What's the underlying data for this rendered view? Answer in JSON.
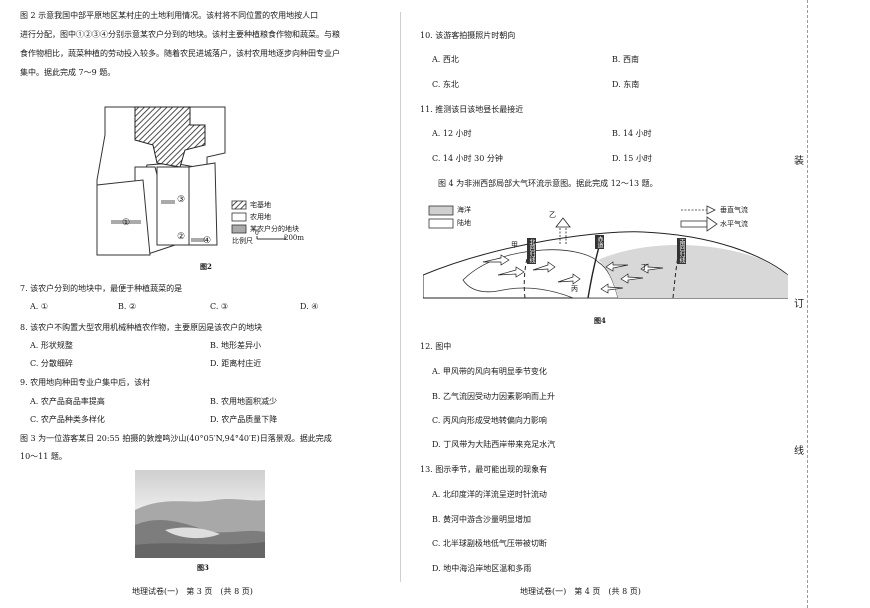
{
  "left": {
    "intro_lines": [
      "图 2 示意我国中部平原地区某村庄的土地利用情况。该村将不同位置的农用地按人口",
      "进行分配，图中①②③④分别示意某农户分到的地块。该村主要种植粮食作物和蔬菜。与粮",
      "食作物相比，蔬菜种植的劳动投入较多。随着农民进城落户，该村农用地逐步向种田专业户",
      "集中。据此完成 7～9 题。"
    ],
    "fig2": {
      "legend": [
        "宅基地",
        "农用地",
        "某农户分的地块"
      ],
      "scale_label": "比例尺",
      "scale_zero": "0",
      "scale_value": "200m",
      "plots": [
        "①",
        "②",
        "③",
        "④"
      ],
      "caption": "图2"
    },
    "q7": {
      "stem": "7. 该农户分到的地块中，最便于种植蔬菜的是",
      "options": [
        "A. ①",
        "B. ②",
        "C. ③",
        "D. ④"
      ]
    },
    "q8": {
      "stem": "8. 该农户不购置大型农用机械种植农作物，主要原因是该农户的地块",
      "options": [
        "A. 形状规整",
        "B. 地形差异小",
        "C. 分散细碎",
        "D. 距离村庄近"
      ]
    },
    "q9": {
      "stem": "9. 农用地向种田专业户集中后，该村",
      "options": [
        "A. 农产品商品率提高",
        "B. 农用地面积减少",
        "C. 农产品种类多样化",
        "D. 农产品质量下降"
      ]
    },
    "intro2_lines": [
      "图 3 为一位游客某日 20:55 拍摄的敦煌鸣沙山(40°05′N,94°40′E)日落景观。据此完成",
      "10～11 题。"
    ],
    "fig3_caption": "图3",
    "footer": "地理试卷(一)　第 3 页　(共 8 页)"
  },
  "right": {
    "q10": {
      "stem": "10. 该游客拍摄照片时朝向",
      "options": [
        "A. 西北",
        "B. 西南",
        "C. 东北",
        "D. 东南"
      ]
    },
    "q11": {
      "stem": "11. 推测该日该地昼长最接近",
      "options": [
        "A. 12 小时",
        "B. 14 小时",
        "C. 14 小时 30 分钟",
        "D. 15 小时"
      ]
    },
    "intro3": "图 4 为非洲西部局部大气环流示意图。据此完成 12～13 题。",
    "fig4": {
      "legend_left": [
        "海洋",
        "陆地"
      ],
      "legend_right": [
        "垂直气流",
        "水平气流"
      ],
      "labels": {
        "jia": "甲",
        "yi": "乙",
        "bing": "丙",
        "ding": "丁",
        "ns_belt": "北回归线",
        "equator": "赤道",
        "ss_belt": "南回归线"
      },
      "caption": "图4"
    },
    "q12": {
      "stem": "12. 图中",
      "options": [
        "A. 甲风带的风向有明显季节变化",
        "B. 乙气流因受动力因素影响而上升",
        "C. 丙风向形成受地转偏向力影响",
        "D. 丁风带为大陆西岸带来充足水汽"
      ]
    },
    "q13": {
      "stem": "13. 图示季节，最可能出现的现象有",
      "options": [
        "A. 北印度洋的洋流呈逆时针流动",
        "B. 黄河中游含沙量明显增加",
        "C. 北半球副极地低气压带被切断",
        "D. 地中海沿岸地区温和多雨"
      ]
    },
    "footer": "地理试卷(一)　第 4 页　(共 8 页)"
  },
  "binding": [
    "装",
    "订",
    "线"
  ]
}
